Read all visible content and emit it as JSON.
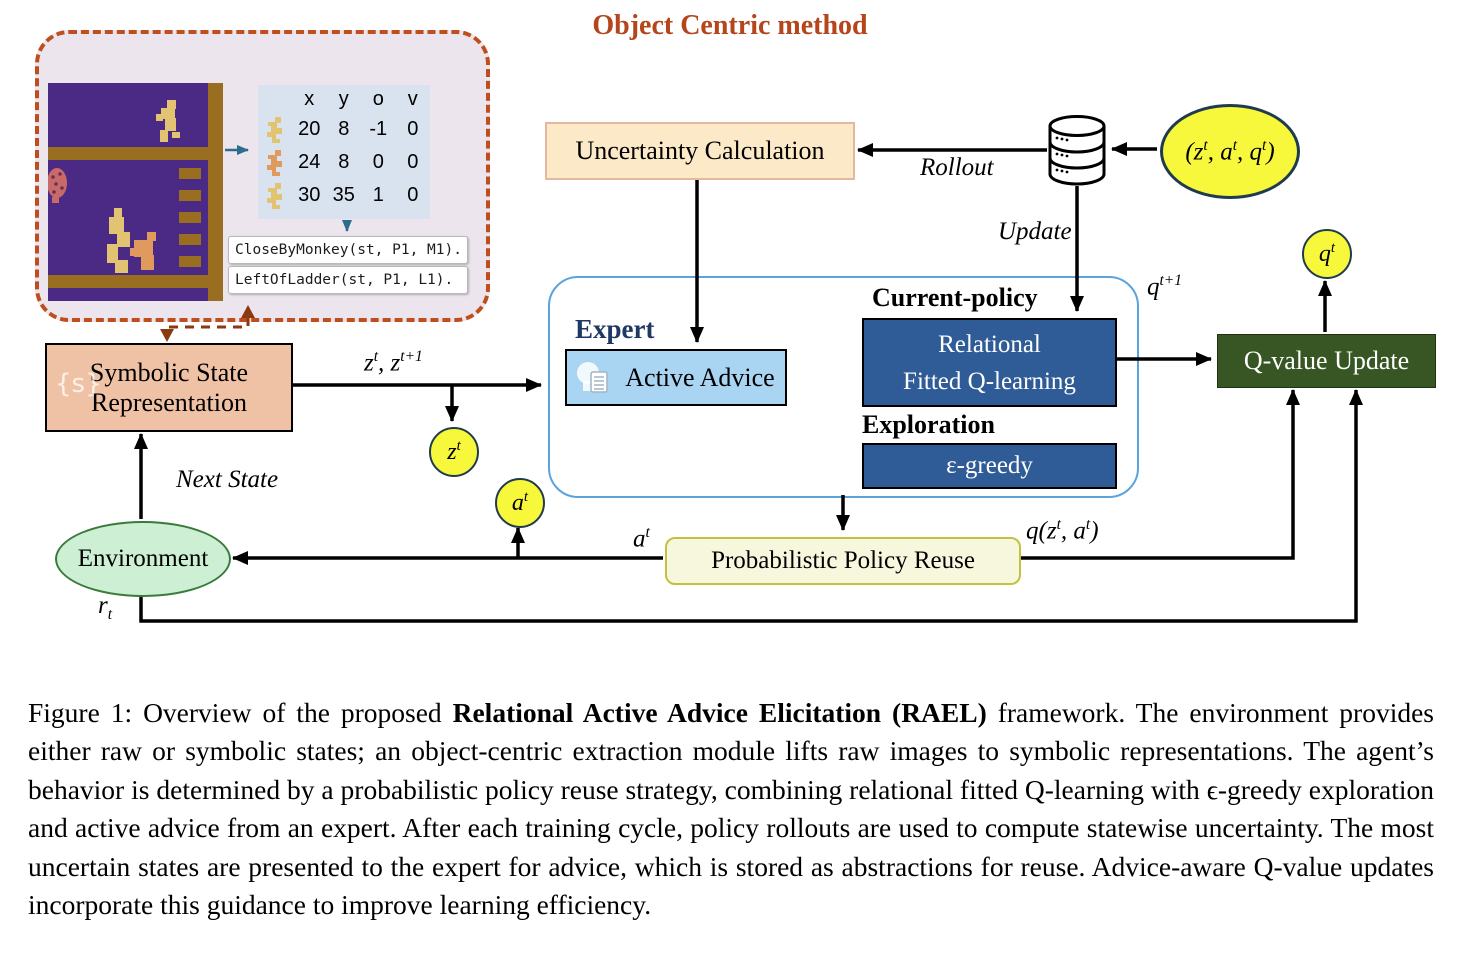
{
  "figure": {
    "object_centric": {
      "title": "Object Centric method",
      "table": {
        "headers": [
          "x",
          "y",
          "o",
          "v"
        ],
        "rows": [
          {
            "sprite": "monkey-yellow",
            "sprite_color": "#E2C371",
            "x": "20",
            "y": "8",
            "o": "-1",
            "v": "0"
          },
          {
            "sprite": "monkey-orange",
            "sprite_color": "#E09A5E",
            "x": "24",
            "y": "8",
            "o": "0",
            "v": "0"
          },
          {
            "sprite": "monkey-yellow",
            "sprite_color": "#E2C371",
            "x": "30",
            "y": "35",
            "o": "1",
            "v": "0"
          }
        ]
      },
      "predicates": [
        "CloseByMonkey(st, P1, M1).",
        "LeftOfLadder(st, P1, L1)."
      ],
      "game_colors": {
        "background": "#4A2A85",
        "platform": "#9A6E21",
        "monkey_yellow": "#E2C371",
        "monkey_orange": "#E09A5E",
        "berry": "#C96A6A"
      }
    },
    "nodes": {
      "uncertainty": "Uncertainty Calculation",
      "symbolic_line1": "Symbolic State",
      "symbolic_line2": "Representation",
      "symbolic_icon": "{s}",
      "expert_label": "Expert",
      "active_advice": "Active Advice",
      "current_policy_label": "Current-policy",
      "relational_line1": "Relational",
      "relational_line2": "Fitted Q-learning",
      "exploration_label": "Exploration",
      "egreedy": "ε-greedy",
      "qvalue_update": "Q-value Update",
      "ppr": "Probabilistic Policy Reuse",
      "environment": "Environment"
    },
    "labels": {
      "rollout": "Rollout",
      "update": "Update",
      "next_state": "Next State"
    },
    "math": {
      "tuple": {
        "a": "(z",
        "b": "t",
        "c": ", a",
        "d": "t",
        "e": ", q",
        "f": "t",
        "g": ")"
      },
      "zt_zt1": {
        "a": "z",
        "b": "t",
        "c": ", z",
        "d": "t+1"
      },
      "zt": {
        "a": "z",
        "b": "t"
      },
      "at": {
        "a": "a",
        "b": "t"
      },
      "at_line": {
        "a": "a",
        "b": "t"
      },
      "qt": {
        "a": "q",
        "b": "t"
      },
      "qt1": {
        "a": "q",
        "b": "t+1"
      },
      "q_zt_at": {
        "a": "q(z",
        "b": "t",
        "c": ", a",
        "d": "t",
        "e": ")"
      },
      "rt": {
        "a": "r",
        "b": "t"
      }
    },
    "colors": {
      "object_box_bg": "#ECE5ED",
      "object_box_border": "#BF4E1E",
      "object_title": "#B5451B",
      "table_bg": "#D9E3F0",
      "uncertainty_bg": "#FBE9C7",
      "container_border": "#5BA3DC",
      "active_advice_bg": "#A9D4F2",
      "dark_blue": "#2F5B96",
      "qvalue_green": "#375623",
      "yellow_node": "#F7F83C",
      "node_border": "#1F3B4D",
      "ppr_bg": "#F7F7DE",
      "ppr_border": "#C2C23E",
      "env_bg": "#CDEFD3",
      "env_border": "#3A7A3A",
      "expert_text": "#1F3864",
      "arrow_blue": "#2C6C8C",
      "dashed_brown": "#8B3A10",
      "symbolic_bg": "#EFC2A6"
    }
  },
  "caption": {
    "prefix": "Figure 1: Overview of the proposed ",
    "bold": "Relational Active Advice Elicitation (RAEL)",
    "suffix": " framework.  The environment provides either raw or symbolic states; an object-centric extraction module lifts raw images to symbolic representations.  The agent’s behavior is determined by a probabilistic policy reuse strategy, combining relational fitted Q-learning with ϵ-greedy exploration and active advice from an expert.  After each training cycle, policy rollouts are used to compute statewise uncertainty.  The most uncertain states are presented to the expert for advice, which is stored as abstractions for reuse.  Advice-aware Q-value updates incorporate this guidance to improve learning efficiency."
  }
}
